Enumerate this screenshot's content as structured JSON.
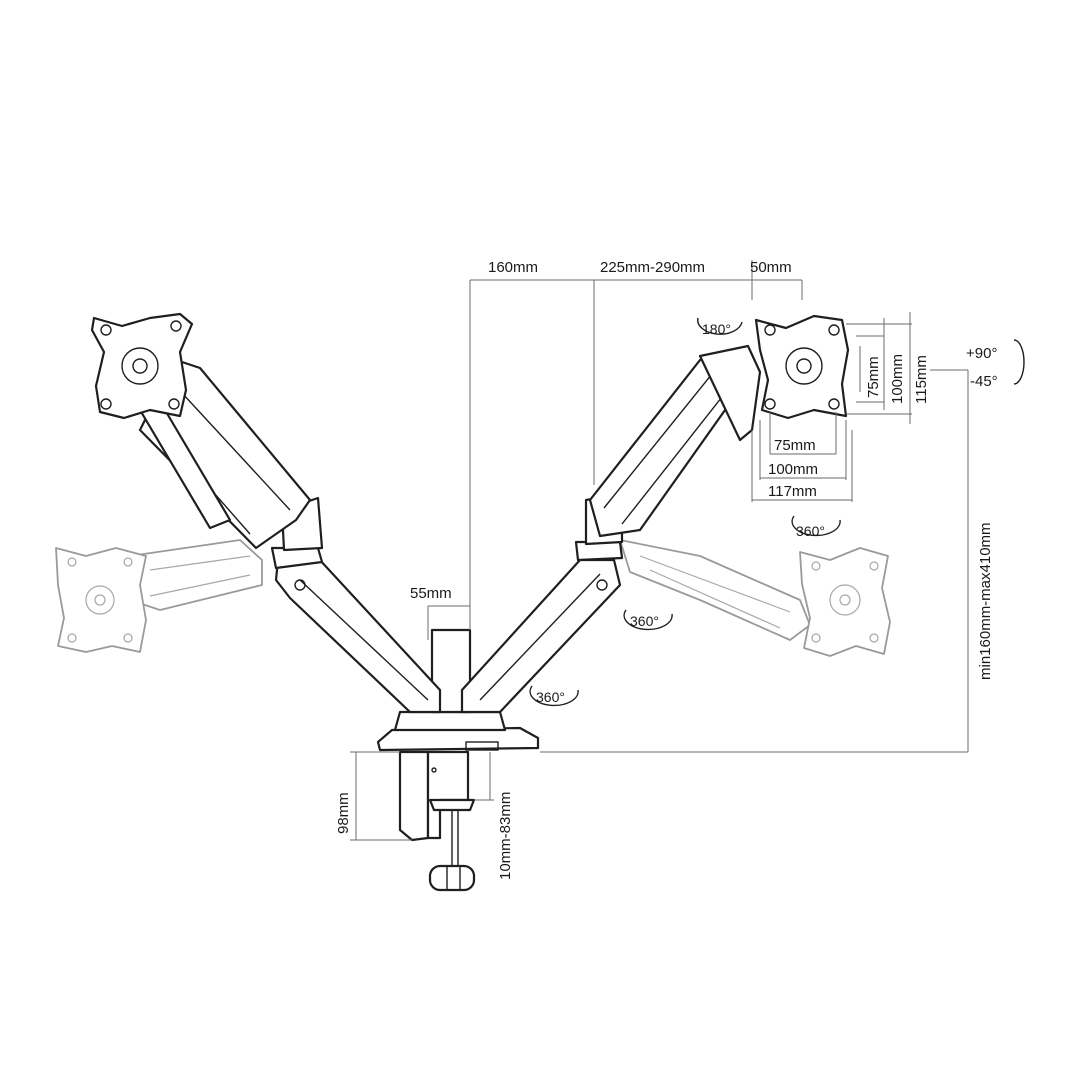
{
  "diagram": {
    "dimensions": {
      "arm_reach_1": "160mm",
      "arm_reach_2": "225mm-290mm",
      "vesa_offset": "50mm",
      "pole_width": "55mm",
      "height_range": "min160mm-max410mm",
      "clamp_height": "98mm",
      "desk_thickness": "10mm-83mm",
      "vesa_h_75": "75mm",
      "vesa_h_100": "100mm",
      "vesa_h_117": "117mm",
      "vesa_v_75": "75mm",
      "vesa_v_100": "100mm",
      "vesa_v_115": "115mm"
    },
    "rotations": {
      "rotate_180": "180°",
      "rotate_360_head": "360°",
      "rotate_360_arm": "360°",
      "rotate_360_base": "360°",
      "tilt_up": "+90°",
      "tilt_down": "-45°"
    }
  }
}
